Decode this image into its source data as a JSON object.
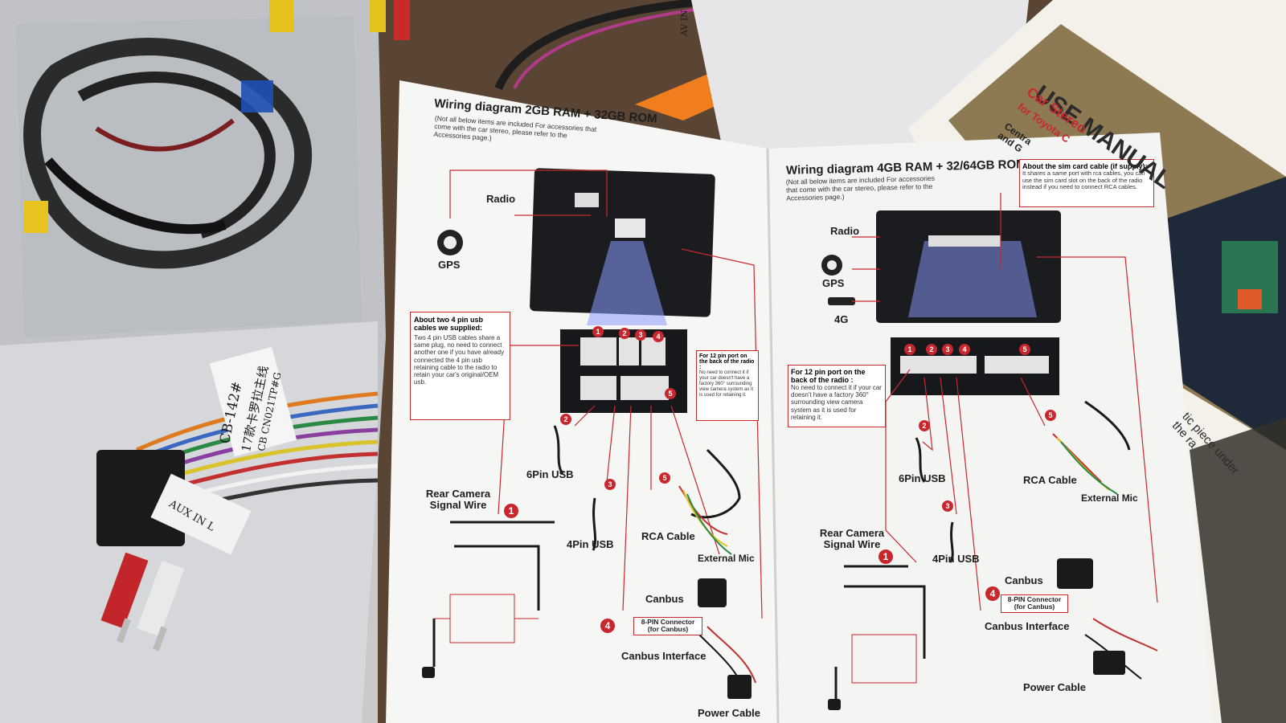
{
  "left_page": {
    "title": "Wiring diagram 2GB RAM + 32GB ROM",
    "subtitle": "(Not all below items are included For accessories that come with the car stereo, please refer to the Accessories page.)",
    "labels": {
      "radio": "Radio",
      "gps": "GPS",
      "usb6": "6Pin USB",
      "usb4": "4Pin USB",
      "rear_camera": "Rear Camera Signal Wire",
      "rca": "RCA Cable",
      "mic": "External Mic",
      "canbus": "Canbus",
      "canbus_interface": "Canbus Interface",
      "power": "Power Cable",
      "connector": "8-PIN Connector (for Canbus)"
    },
    "usb_note": {
      "title": "About two 4 pin usb cables we supplied:",
      "body": "Two 4 pin USB cables share a same plug, no need to connect another one if you have already connected the 4 pin usb retaining cable to the radio to retain your car's original/OEM usb."
    },
    "pin_note": {
      "title": "For 12 pin port on the back of the radio :",
      "body": "No need to connect it if your car doesn't have a factory 360° surrounding view camera system as it is used for retaining it."
    }
  },
  "right_page": {
    "title": "Wiring diagram 4GB RAM + 32/64GB ROM",
    "subtitle": "(Not all below items are included For accessories that come with the car stereo, please refer to the Accessories page.)",
    "labels": {
      "radio": "Radio",
      "gps": "GPS",
      "g4": "4G",
      "usb6": "6Pin USB",
      "usb4": "4Pin USB",
      "rear_camera": "Rear Camera Signal Wire",
      "rca": "RCA Cable",
      "mic": "External Mic",
      "canbus": "Canbus",
      "canbus_interface": "Canbus Interface",
      "power": "Power Cable",
      "connector": "8-PIN Connector (for Canbus)"
    },
    "sim_note": {
      "title": "About the sim card cable (if supply):",
      "body": "It shares a same port with rca cables, you can use the sim card slot on the back of the radio instead if you need to connect RCA cables."
    },
    "pin_note": {
      "title": "For 12 pin port on the back of the radio :",
      "body": "No need to connect it if your car doesn't have a factory 360° surrounding view camera system as it is used for retaining it."
    }
  },
  "badges": [
    "1",
    "2",
    "3",
    "4",
    "5"
  ],
  "cover": {
    "title": "USE MANUAL",
    "subtitle": "Car Stereo",
    "line": "for Toyota C",
    "extra": "Centra and G",
    "side_text": "tic piece under the ra"
  },
  "bag_tags": {
    "tag1": "CB-142#",
    "tag2": "17款卡罗拉主线",
    "tag3": "CB CN021TP#G",
    "aux": "AUX IN L",
    "av": "AV IN R"
  },
  "colors": {
    "accent_red": "#c8282d",
    "page_white": "#f6f6f4",
    "orange_tool": "#f07d1e",
    "table_wood": "#5a4433"
  }
}
